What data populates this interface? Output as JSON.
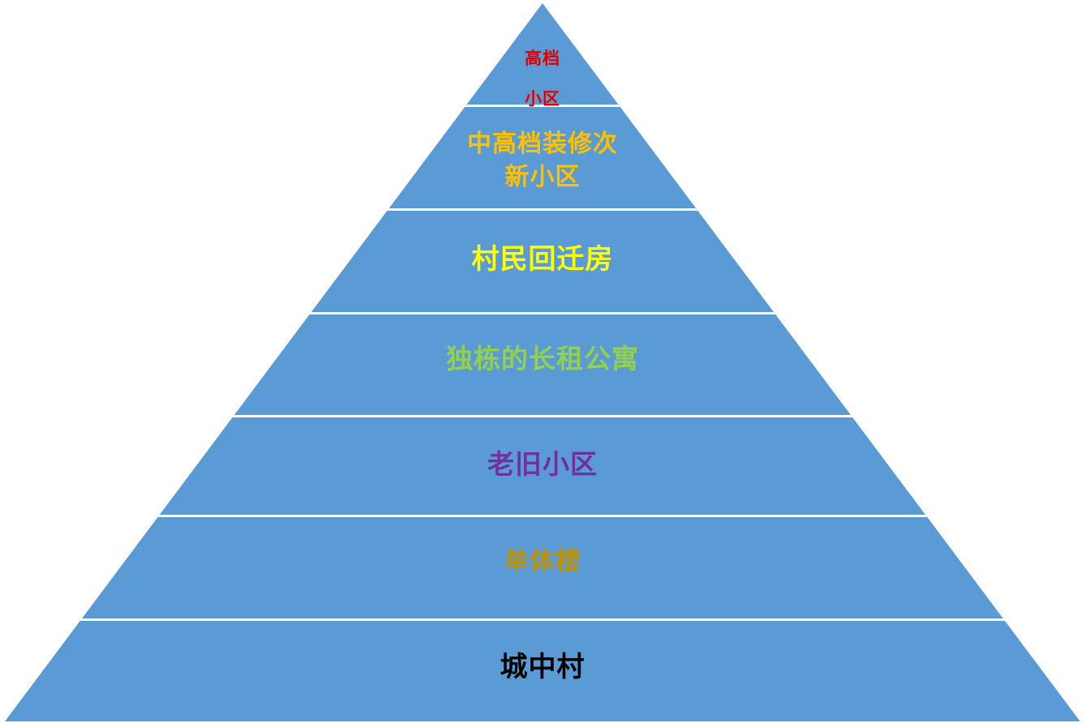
{
  "diagram": {
    "type": "pyramid",
    "title": "",
    "pyramid_fill": "#5B9BD5",
    "divider_color": "#FFFFFF",
    "background": "#FFFFFF",
    "levels": [
      {
        "rank": 1,
        "label": "高档小区",
        "lines": [
          "高档",
          "小区"
        ],
        "color": "#E00000"
      },
      {
        "rank": 2,
        "label": "中高档装修次新小区",
        "lines": [
          "中高档装修次",
          "新小区"
        ],
        "color": "#FFC000"
      },
      {
        "rank": 3,
        "label": "村民回迁房",
        "lines": [
          "村民回迁房"
        ],
        "color": "#FFFF00"
      },
      {
        "rank": 4,
        "label": "独栋的长租公寓",
        "lines": [
          "独栋的长租公寓"
        ],
        "color": "#92D050"
      },
      {
        "rank": 5,
        "label": "老旧小区",
        "lines": [
          "老旧小区"
        ],
        "color": "#7030A0"
      },
      {
        "rank": 6,
        "label": "单体楼",
        "lines": [
          "单体楼"
        ],
        "color": "#BF9000"
      },
      {
        "rank": 7,
        "label": "城中村",
        "lines": [
          "城中村"
        ],
        "color": "#000000"
      }
    ]
  }
}
